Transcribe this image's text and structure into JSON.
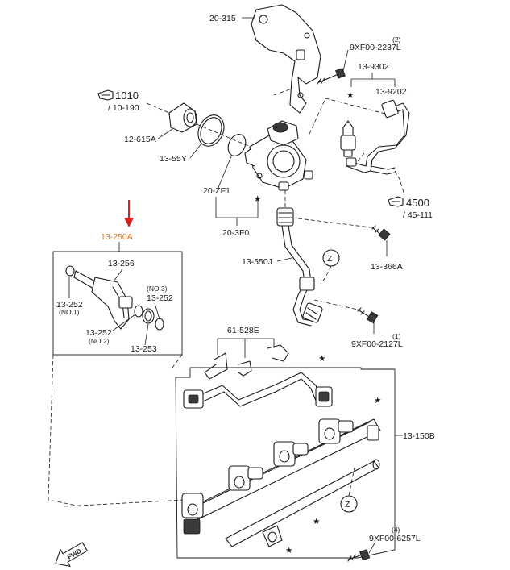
{
  "labels": {
    "l_20_315": "20-315",
    "l_9xf00_2237l": "9XF00-2237L",
    "l_9xf00_2237l_qty": "(2)",
    "l_13_9302": "13-9302",
    "l_13_9202": "13-9202",
    "l_1010": "1010",
    "l_10_190": "/ 10-190",
    "l_12_615a": "12-615A",
    "l_13_55y": "13-55Y",
    "l_20_zf1": "20-ZF1",
    "l_20_3f0": "20-3F0",
    "l_4500": "4500",
    "l_45_111": "/ 45-111",
    "l_13_250a": "13-250A",
    "l_13_256": "13-256",
    "l_13_252_a": "13-252",
    "l_no1": "(NO.1)",
    "l_no3": "(NO.3)",
    "l_13_252_c": "13-252",
    "l_13_252_b": "13-252",
    "l_no2": "(NO.2)",
    "l_13_253": "13-253",
    "l_13_550j": "13-550J",
    "l_13_366a": "13-366A",
    "l_9xf00_2127l_qty": "(1)",
    "l_9xf00_2127l": "9XF00-2127L",
    "l_61_528e": "61-528E",
    "l_13_150b": "13-150B",
    "l_9xf00_6257l_qty": "(4)",
    "l_9xf00_6257l": "9XF00-6257L",
    "callout_z": "Z",
    "star": "★",
    "fwd": "FWD"
  },
  "colors": {
    "line": "#1a1a1a",
    "highlight_label": "#d4761f",
    "pointer_arrow": "#d42020"
  },
  "icons": {
    "reference_hand": "pointing-hand-icon",
    "pointer": "red-down-arrow-icon",
    "direction": "fwd-arrow-icon"
  }
}
